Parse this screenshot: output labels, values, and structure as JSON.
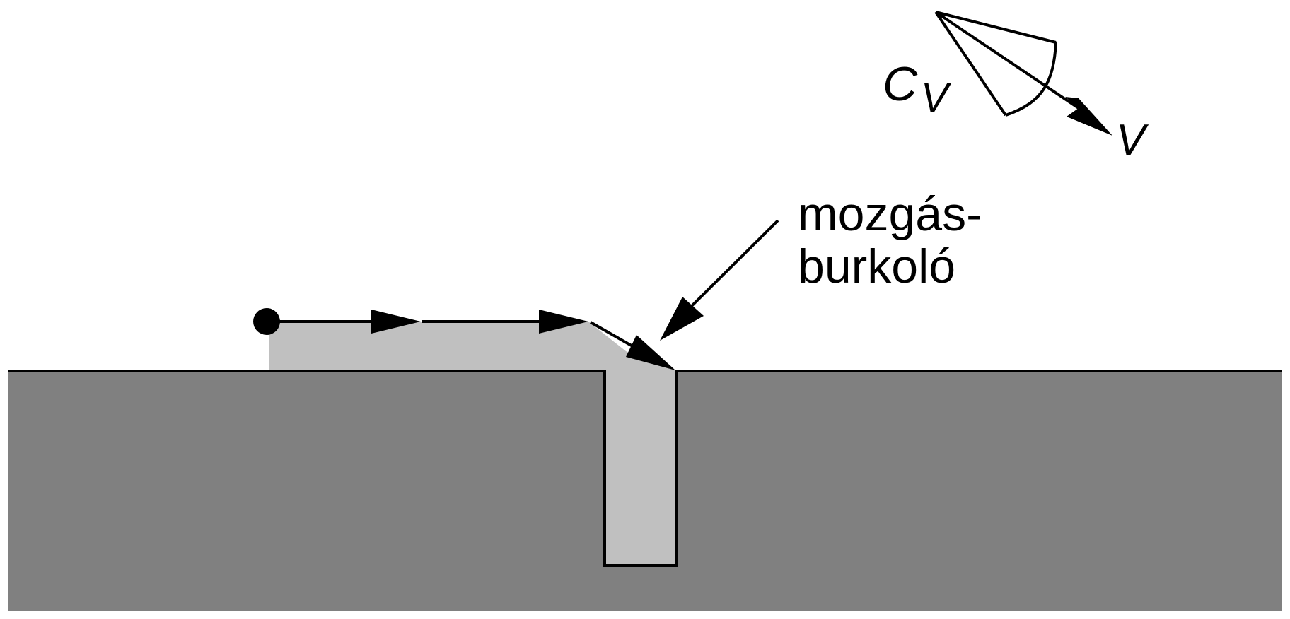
{
  "colors": {
    "background": "#ffffff",
    "ground": "#808080",
    "swept_region": "#c0c0c0",
    "line": "#000000"
  },
  "labels": {
    "envelope_line1": "mozgás-",
    "envelope_line2": "burkoló",
    "cone_symbol": "C",
    "cone_subscript": "V",
    "velocity_symbol": "V"
  },
  "icons": {
    "start_point": "filled-circle",
    "path_arrows": "arrowhead",
    "velocity_cone": "cone-icon"
  }
}
